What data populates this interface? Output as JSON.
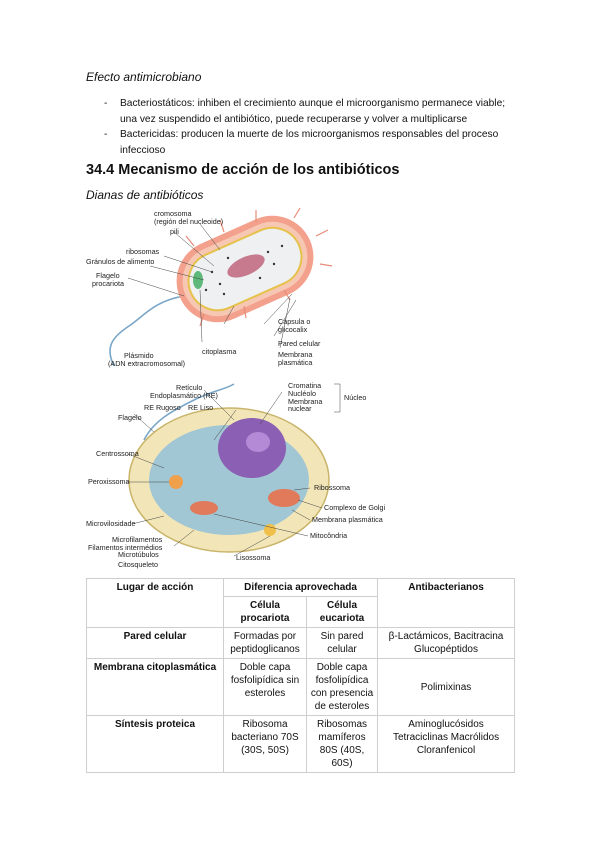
{
  "section_subtitle": "Efecto antimicrobiano",
  "bullets": [
    {
      "dash": "-",
      "text": "Bacteriostáticos: inhiben el crecimiento aunque el microorganismo permanece viable; una vez suspendido el antibiótico, puede recuperarse y volver a multiplicarse"
    },
    {
      "dash": "-",
      "text": "Bactericidas: producen la muerte de los microorganismos responsables del proceso infeccioso"
    }
  ],
  "heading": "34.4 Mecanismo de acción de los antibióticos",
  "subheading": "Dianas de antibióticos",
  "prokaryote_labels": {
    "cromosoma": "cromosoma",
    "region": "(región del nucleoide)",
    "pili": "pili",
    "ribosomas": "ribosomas",
    "granulos": "Gránulos de alimento",
    "flagelo": "Flagelo",
    "procariota": "procariota",
    "capsula": "Cápsula o",
    "glicocalix": "glicocalix",
    "pared": "Pared celular",
    "membrana": "Membrana",
    "plasmatica": "plasmática",
    "citoplasma": "citoplasma",
    "plasmido": "Plásmido",
    "adn": "(ADN extracromosomal)"
  },
  "eukaryote_labels": {
    "reticulo": "Retículo",
    "endoplasmico": "Endoplasmático (RE)",
    "re_rugoso": "RE Rugoso",
    "re_liso": "RE Liso",
    "flagelo": "Flagelo",
    "centrosoma": "Centrossoma",
    "peroxisoma": "Peroxissoma",
    "microvilosidade": "Microvilosidade",
    "microfilamentos": "Microfilamentos",
    "filamentos": "Filamentos intermédios",
    "microtubulos": "Microtúbulos",
    "citosqueleto": "Citosqueleto",
    "cromatina": "Cromatina",
    "nucleolo": "Nucléolo",
    "membrana": "Membrana",
    "nuclear": "nuclear",
    "nucleo": "Núcleo",
    "ribossoma": "Ribossoma",
    "golgi": "Complexo de Golgi",
    "membrana_plasmatica": "Membrana plasmática",
    "mitocondria": "Mitocôndria",
    "lisossoma": "Lisossoma"
  },
  "table": {
    "h_lugar": "Lugar de acción",
    "h_diferencia": "Diferencia aprovechada",
    "h_antibacterianos": "Antibacterianos",
    "h_procariota": "Célula procariota",
    "h_eucariota": "Célula eucariota",
    "rows": [
      {
        "lugar": "Pared celular",
        "procariota": "Formadas por peptidoglicanos",
        "eucariota": "Sin pared celular",
        "antibacterianos": "β-Lactámicos, Bacitracina Glucopéptidos"
      },
      {
        "lugar": "Membrana citoplasmática",
        "procariota": "Doble capa fosfolipídica sin esteroles",
        "eucariota": "Doble capa fosfolipídica con presencia de esteroles",
        "antibacterianos": "Polimixinas"
      },
      {
        "lugar": "Síntesis proteica",
        "procariota": "Ribosoma bacteriano 70S (30S, 50S)",
        "eucariota": "Ribosomas mamíferos 80S (40S, 60S)",
        "antibacterianos": "Aminoglucósidos Tetraciclinas Macrólidos Cloranfenicol"
      }
    ]
  }
}
